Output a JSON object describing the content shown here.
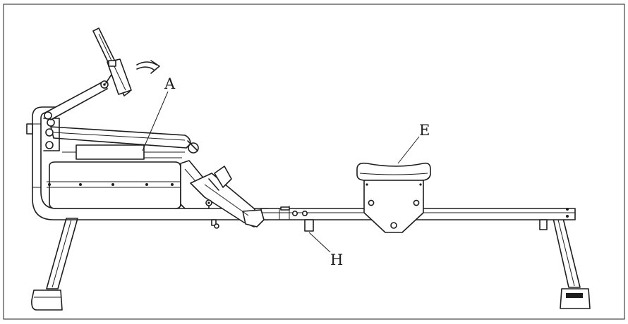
{
  "figure": {
    "labels": {
      "a": "A",
      "e": "E",
      "h": "H"
    },
    "line_color": "#1e1e1e",
    "background": "#ffffff"
  }
}
